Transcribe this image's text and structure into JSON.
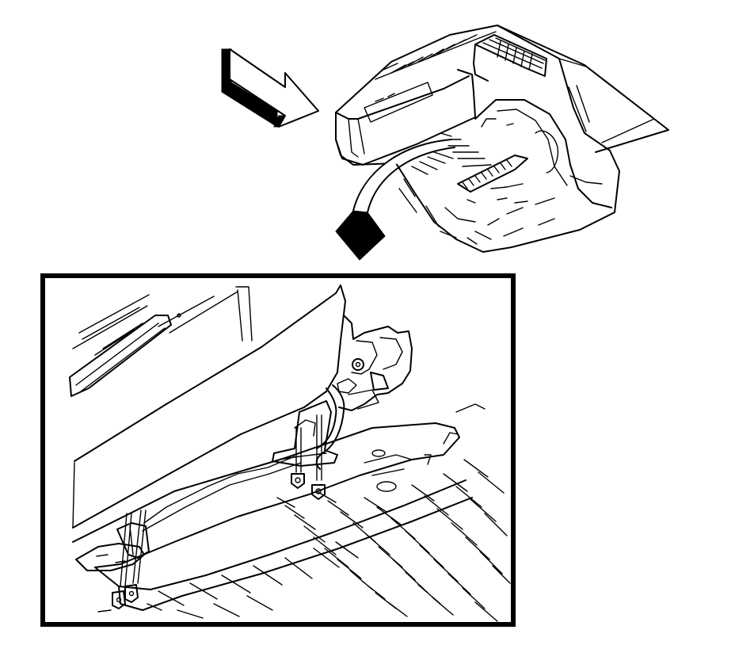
{
  "figure": {
    "background": "#ffffff",
    "ink": "#000000",
    "overview": {
      "view_arrow_icon": "direction-arrow-icon",
      "zoom_arrow_icon": "callout-arrow-icon"
    },
    "detail": {
      "frame": "detail-inset",
      "fasteners": [
        "bolt",
        "bolt",
        "bolt",
        "bolt"
      ]
    }
  }
}
